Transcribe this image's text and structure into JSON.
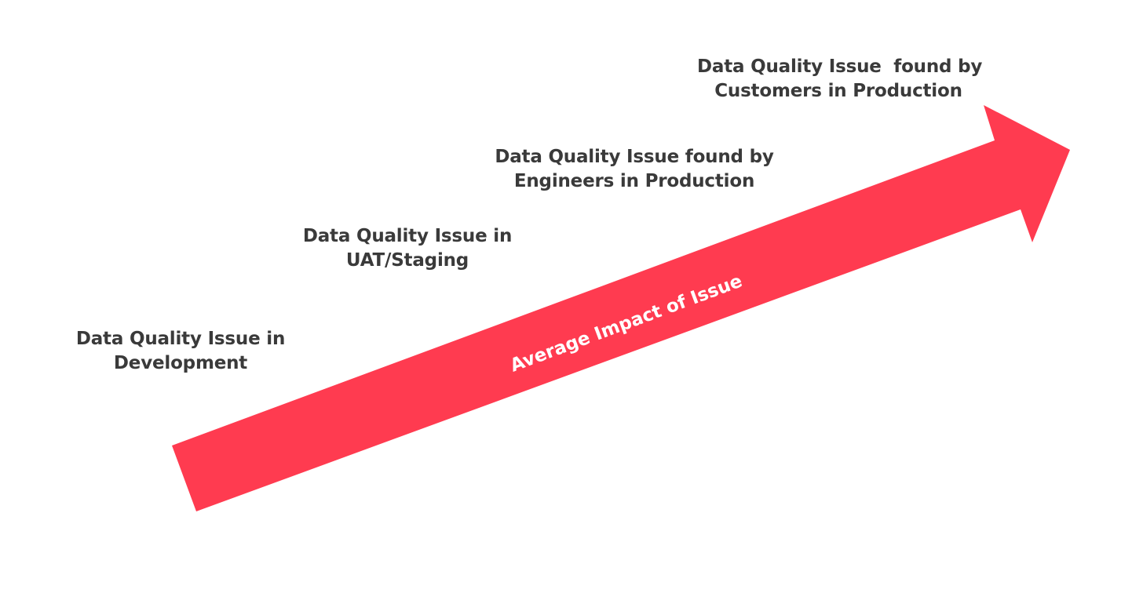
{
  "diagram": {
    "arrow": {
      "label": "Average Impact of Issue",
      "color": "#ff3b50",
      "label_color": "#ffffff"
    },
    "stages": [
      {
        "line1": "Data Quality Issue in",
        "line2": "Development"
      },
      {
        "line1": "Data Quality Issue in",
        "line2": "UAT/Staging"
      },
      {
        "line1": "Data Quality Issue found by",
        "line2": "Engineers in Production"
      },
      {
        "line1": "Data Quality Issue  found by",
        "line2": "Customers in Production"
      }
    ],
    "text_color": "#3a3a3a"
  }
}
